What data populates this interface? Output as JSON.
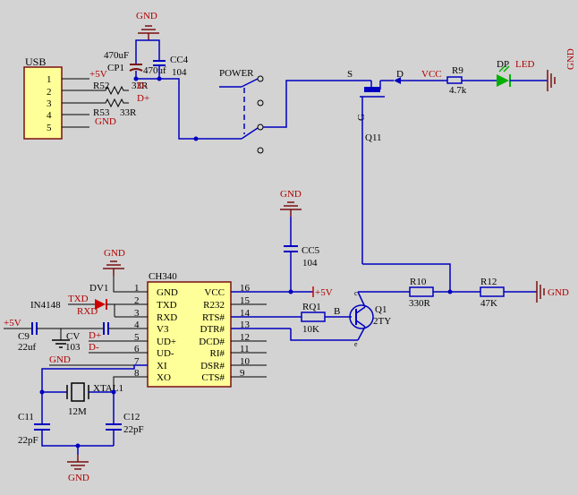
{
  "colors": {
    "background": "#d3d3d3",
    "wire": "#0000c0",
    "body_fill": "#ffff99",
    "body_stroke": "#7a1010",
    "label_red": "#b00000",
    "label_black": "#000000",
    "gnd_symbol": "#7a1010",
    "led_green": "#00b000",
    "diode_red": "#d00000"
  },
  "usb": {
    "label": "USB",
    "pins": [
      "1",
      "2",
      "3",
      "4",
      "5"
    ],
    "p5v": "+5V",
    "gnd": "GND"
  },
  "cp1": {
    "ref": "CP1",
    "value": "470uF",
    "overlay": "470uf"
  },
  "cc4": {
    "ref": "CC4",
    "value": "104"
  },
  "top_gnd": "GND",
  "r52": {
    "ref": "R52",
    "value": "33R",
    "net": "D-"
  },
  "r53": {
    "ref": "R53",
    "value": "33R",
    "net": "D+"
  },
  "power": {
    "label": "POWER"
  },
  "mosfet": {
    "s": "S",
    "d": "D",
    "g": "G",
    "ref": "Q11"
  },
  "vcc_label": "VCC",
  "r9": {
    "ref": "R9",
    "value": "4.7k"
  },
  "led": {
    "ref": "DP",
    "label": "LED",
    "gnd": "GND"
  },
  "cc5": {
    "gnd": "GND",
    "ref": "CC5",
    "value": "104"
  },
  "ch340": {
    "title": "CH340",
    "left_pins": [
      {
        "num": "1",
        "name": "GND"
      },
      {
        "num": "2",
        "name": "TXD"
      },
      {
        "num": "3",
        "name": "RXD"
      },
      {
        "num": "4",
        "name": "V3"
      },
      {
        "num": "5",
        "name": "UD+"
      },
      {
        "num": "6",
        "name": "UD-"
      },
      {
        "num": "7",
        "name": "XI"
      },
      {
        "num": "8",
        "name": "XO"
      }
    ],
    "right_pins": [
      {
        "num": "16",
        "name": "VCC"
      },
      {
        "num": "15",
        "name": "R232"
      },
      {
        "num": "14",
        "name": "RTS#"
      },
      {
        "num": "13",
        "name": "DTR#"
      },
      {
        "num": "12",
        "name": "DCD#"
      },
      {
        "num": "11",
        "name": "RI#"
      },
      {
        "num": "10",
        "name": "DSR#"
      },
      {
        "num": "9",
        "name": "CTS#"
      }
    ]
  },
  "dv1": {
    "ref": "DV1",
    "gnd": "GND",
    "diode": "IN4148",
    "txd": "TXD",
    "rxd": "RXD"
  },
  "c9": {
    "net": "+5V",
    "ref": "C9",
    "value": "22uf"
  },
  "cv": {
    "ref": "CV",
    "value": "103"
  },
  "dplus": "D+",
  "dminus": "D-",
  "left_gnd": "GND",
  "ch340_vcc": "+5V",
  "rq1": {
    "ref": "RQ1",
    "value": "10K",
    "b": "B"
  },
  "q1": {
    "ref": "Q1",
    "type": "2TY"
  },
  "r10": {
    "ref": "R10",
    "value": "330R"
  },
  "r12": {
    "ref": "R12",
    "value": "47K",
    "gnd": "GND"
  },
  "xtal": {
    "ref": "XTAL1",
    "value": "12M"
  },
  "c11": {
    "ref": "C11",
    "value": "22pF"
  },
  "c12": {
    "ref": "C12",
    "value": "22pF"
  },
  "bottom_gnd": "GND"
}
